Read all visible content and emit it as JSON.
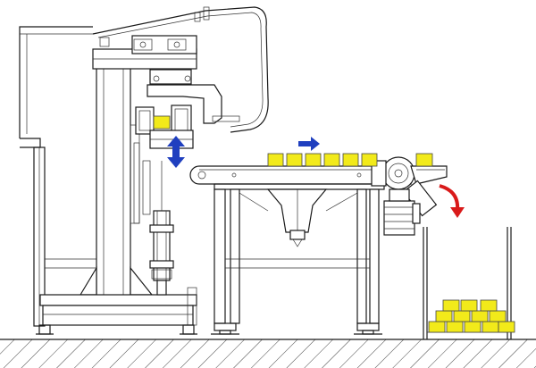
{
  "colors": {
    "line": "#1a1a1a",
    "product": "#f2ea1a",
    "product_stroke": "#444444",
    "flow_arrow": "#1f3fbf",
    "reject_arrow": "#d91a1a",
    "ground": "#444444"
  },
  "icons": {
    "lift_arrow": "double-arrow-vertical",
    "flow_arrow": "arrow-right",
    "reject_arrow": "curved-arrow-down"
  },
  "products": {
    "on_conveyor": 6,
    "at_gripper": 1,
    "at_exit": 1,
    "in_reject_bin": 12
  }
}
